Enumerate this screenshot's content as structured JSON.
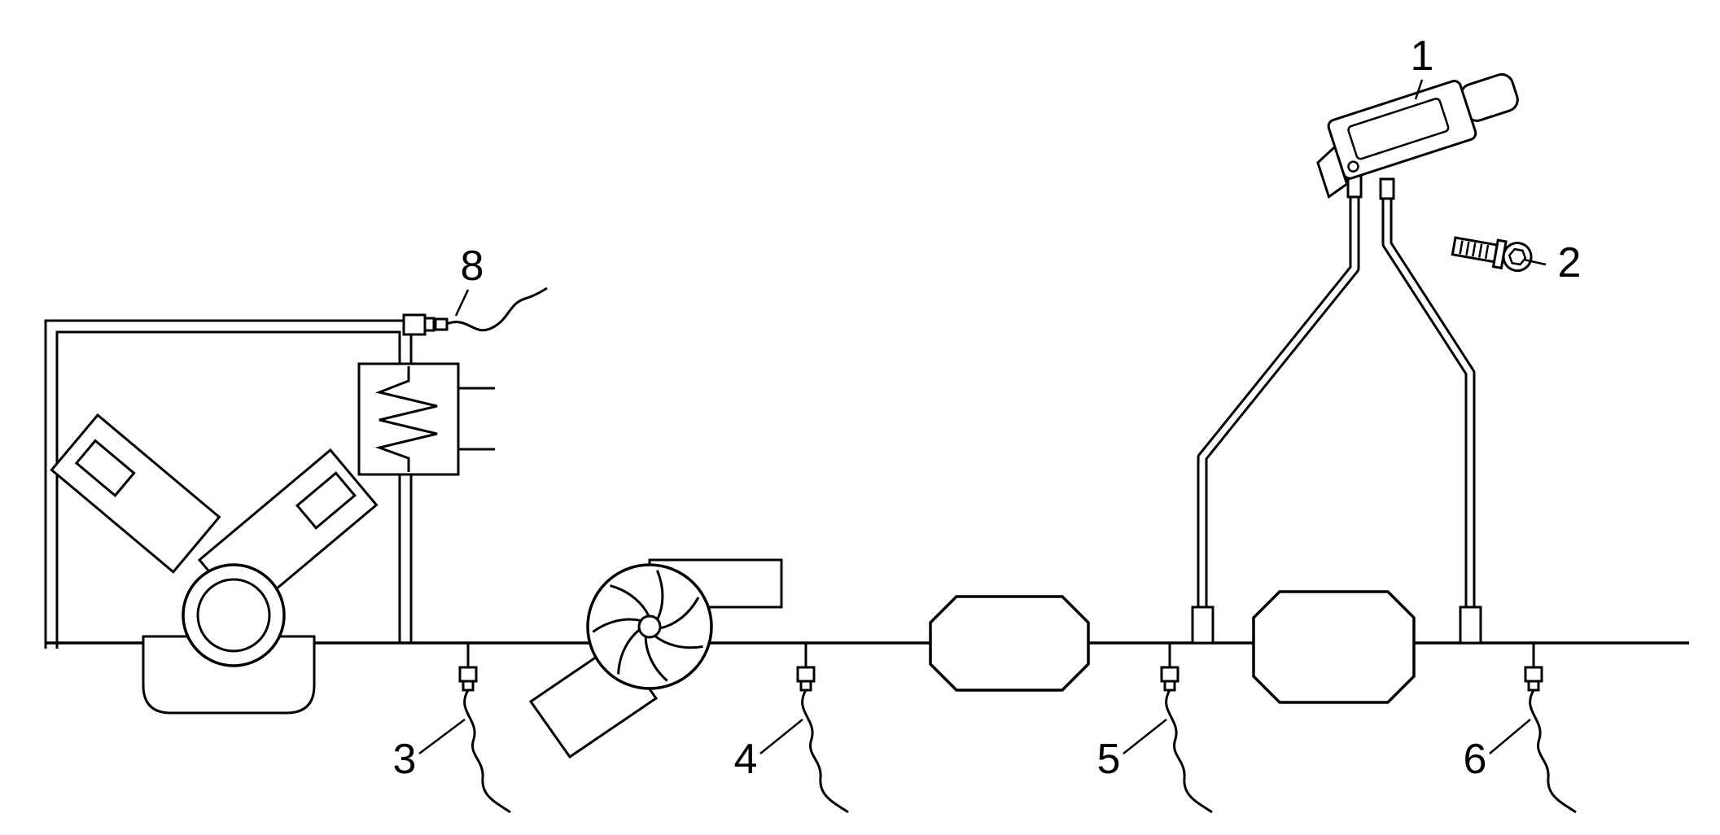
{
  "colors": {
    "background": "#ffffff",
    "line": "#000000"
  },
  "callouts": {
    "item1": "1",
    "item2": "2",
    "item3": "3",
    "item4": "4",
    "item5": "5",
    "item6": "6",
    "item8": "8"
  }
}
